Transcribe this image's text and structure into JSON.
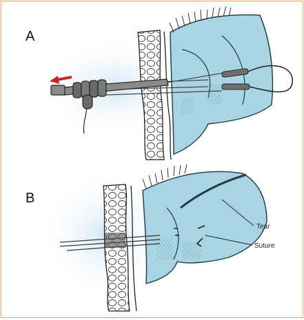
{
  "figure": {
    "panels": [
      {
        "label": "A"
      },
      {
        "label": "B"
      }
    ],
    "callouts": {
      "tear": "Tear",
      "suture": "Suture"
    }
  },
  "colors": {
    "frame_border": "#e8a25a",
    "tissue_blue": "#a9d4e4",
    "glow_blue": "#cfe7f5",
    "arrow_red": "#c62828",
    "instrument_gray": "#7a7a7a"
  }
}
